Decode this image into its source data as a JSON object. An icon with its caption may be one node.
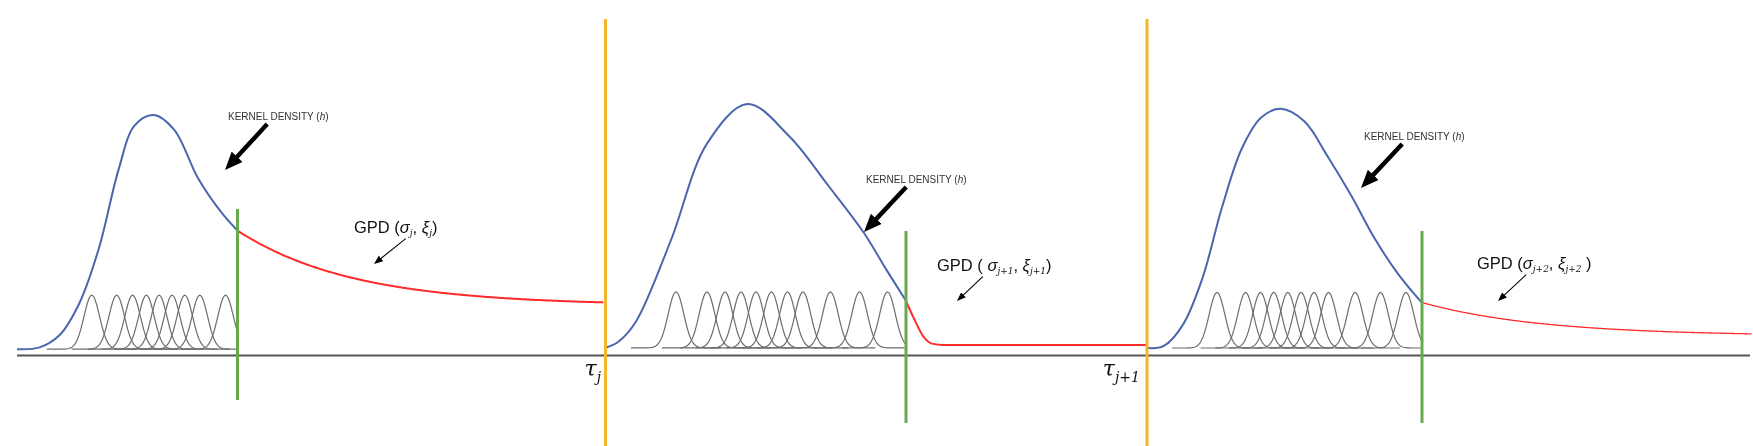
{
  "diagram": {
    "nodes": [
      {
        "text": [
          "KERNEL DENSITY (*h*)"
        ]
      },
      {
        "text": [
          "GPD (*σ*$_{j}$, *ξ*$_{j}$)"
        ]
      },
      {
        "text": [
          "KERNEL DENSITY (*h*)"
        ]
      },
      {
        "text": [
          "GPD ( *σ*$_{j+1}$, *ξ*$_{j+1}$)"
        ]
      },
      {
        "text": [
          "KERNEL DENSITY (*h*)"
        ]
      },
      {
        "text": [
          "GPD (*σ*$_{j+2}$, *ξ*$_{j+2}$ )"
        ]
      }
    ],
    "edges": [
      {
        "from": 0,
        "to": null,
        "arrow": "to",
        "style": "thick"
      },
      {
        "from": 1,
        "to": null,
        "arrow": "to"
      },
      {
        "from": 2,
        "to": null,
        "arrow": "to",
        "style": "thick"
      },
      {
        "from": 3,
        "to": null,
        "arrow": "to"
      },
      {
        "from": 4,
        "to": null,
        "arrow": "to",
        "style": "thick"
      },
      {
        "from": 5,
        "to": null,
        "arrow": "to"
      }
    ],
    "labels": [
      "τ$_{j}$",
      "τ$_{j+1}$"
    ]
  }
}
